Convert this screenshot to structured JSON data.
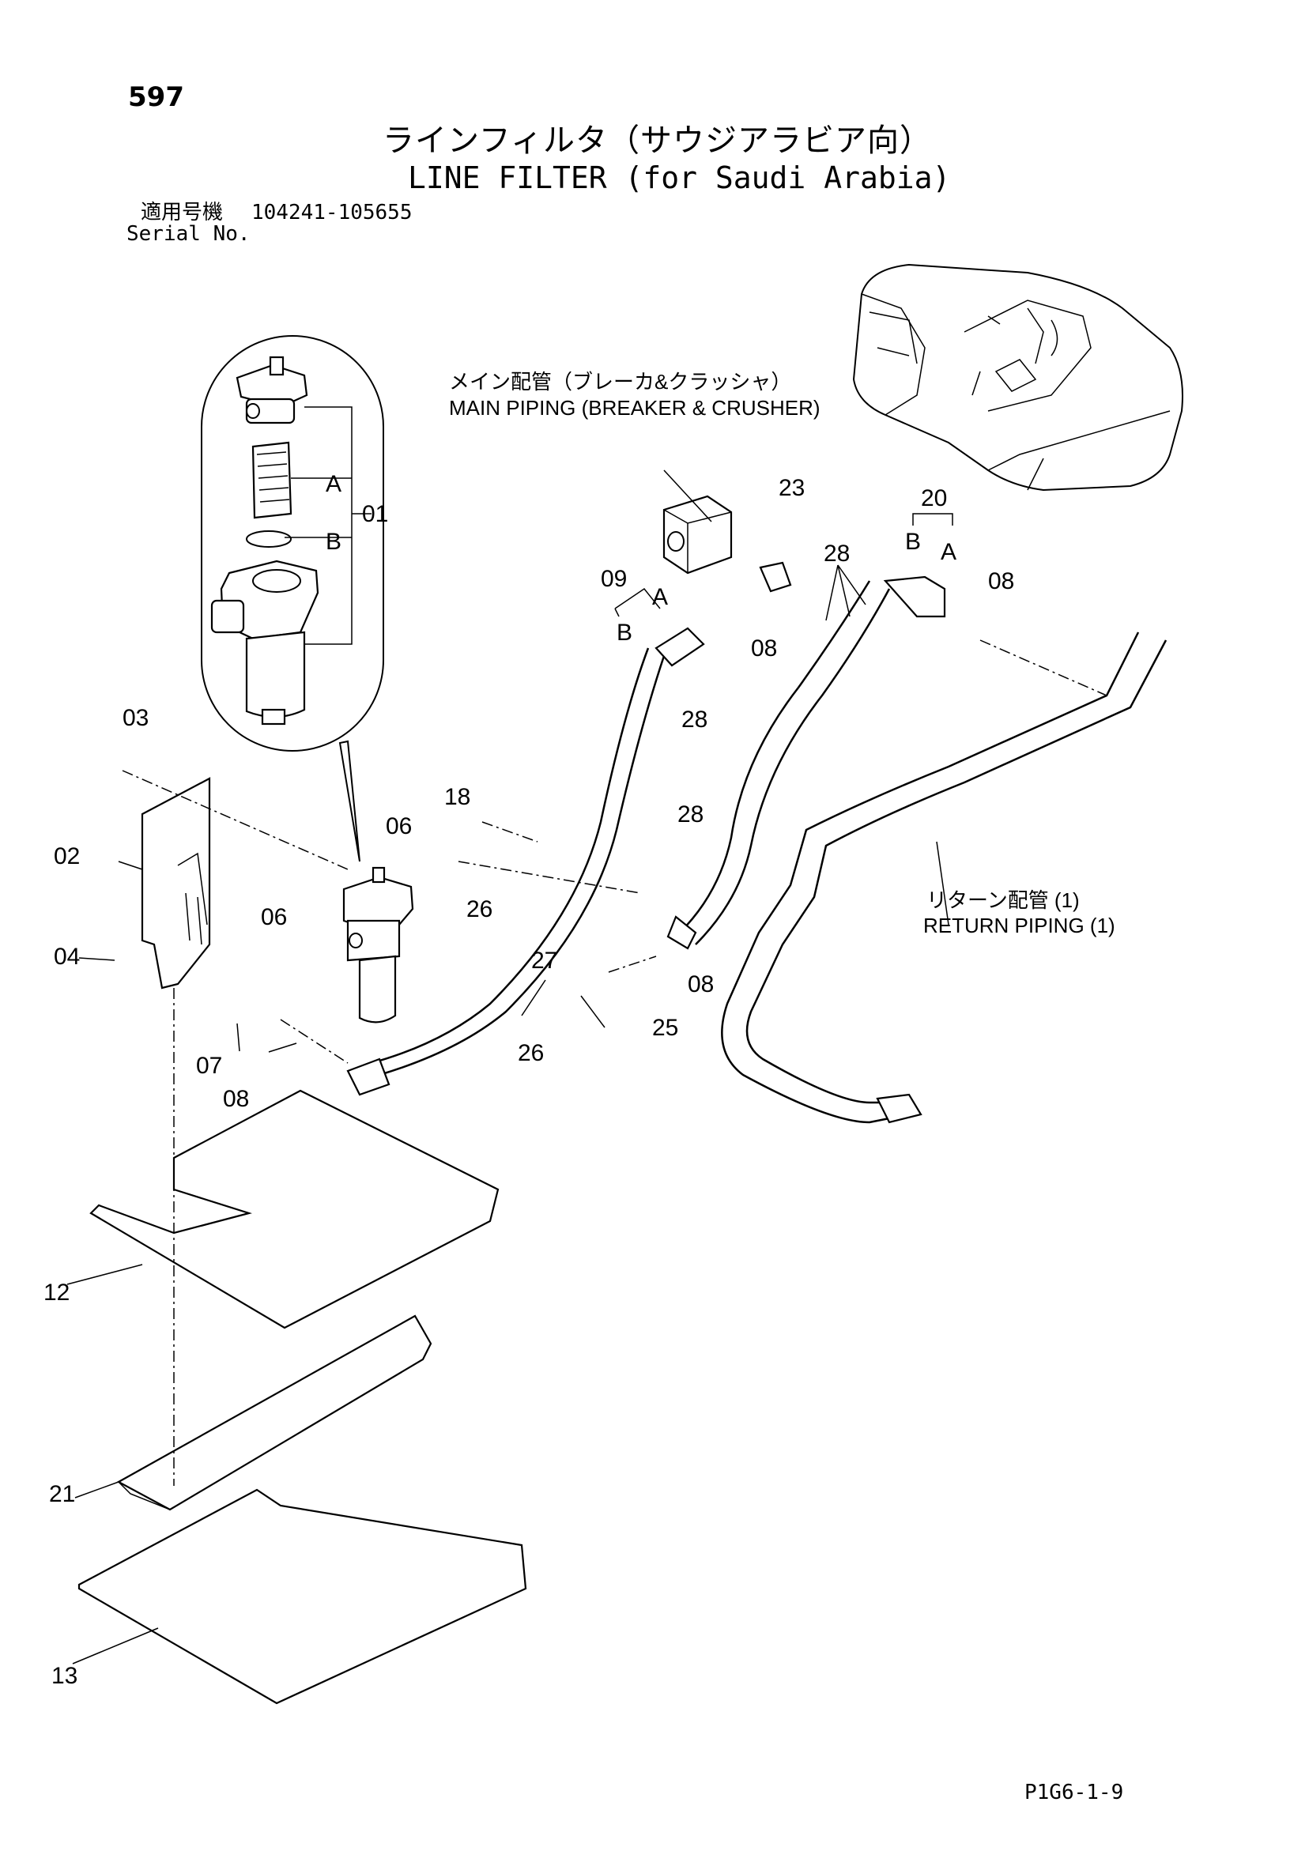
{
  "header": {
    "page_number": "597",
    "title_ja": "ラインフィルタ（サウジアラビア向）",
    "title_en": "LINE FILTER (for Saudi Arabia)",
    "serial_label_ja": "適用号機",
    "serial_range": "104241-105655",
    "serial_label_en": "Serial No."
  },
  "annotations": {
    "main_piping_ja": "メイン配管（ブレーカ&クラッシャ）",
    "main_piping_en": "MAIN PIPING (BREAKER & CRUSHER)",
    "return_piping_ja": "リターン配管 (1)",
    "return_piping_en": "RETURN PIPING (1)"
  },
  "callouts": {
    "p01": "01",
    "p02": "02",
    "p03": "03",
    "p04": "04",
    "p06a": "06",
    "p06b": "06",
    "p07": "07",
    "p08a": "08",
    "p08b": "08",
    "p08c": "08",
    "p08d": "08",
    "p09": "09",
    "p12": "12",
    "p13": "13",
    "p18": "18",
    "p20": "20",
    "p21": "21",
    "p23": "23",
    "p25": "25",
    "p26a": "26",
    "p26b": "26",
    "p27": "27",
    "p28a": "28",
    "p28b": "28",
    "p28c": "28",
    "sub_a1": "A",
    "sub_b1": "B",
    "sub_a2": "A",
    "sub_b2": "B",
    "sub_a3": "A",
    "sub_b3": "B"
  },
  "footer": {
    "code": "P1G6-1-9"
  }
}
